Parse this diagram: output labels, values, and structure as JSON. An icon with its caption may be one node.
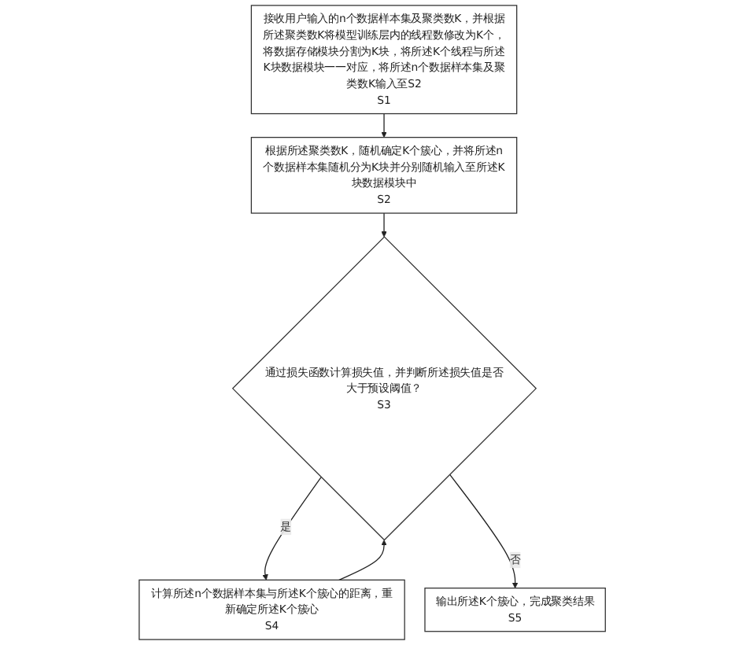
{
  "diagram": {
    "nodes": [
      {
        "text": [
          "接收用户输入的n个数据样本集及聚类数K，并根据所述聚类数K将模型训练层内的线程数修改为K个，将数据存储模块分割为K块，将所述K个线程与所述K块数据模块一一对应，将所述n个数据样本集及聚类数K输入至S2",
          "S1"
        ]
      },
      {
        "text": [
          "根据所述聚类数K，随机确定K个簇心，并将所述n个数据样本集随机分为K块并分别随机输入至所述K块数据模块中",
          "S2"
        ]
      },
      {
        "text": [
          "通过损失函数计算损失值，并判断所述损失值是否大于预设阈值？",
          "S3"
        ]
      },
      {
        "text": [
          "计算所述n个数据样本集与所述K个簇心的距离，重新确定所述K个簇心",
          "S4"
        ]
      },
      {
        "text": [
          "输出所述K个簇心，完成聚类结果",
          "S5"
        ]
      }
    ],
    "edges": [
      {
        "from": 0,
        "to": 1,
        "arrow": "to"
      },
      {
        "from": 1,
        "to": 2,
        "arrow": "to"
      },
      {
        "from": 2,
        "to": 3,
        "arrow": "to",
        "label": "是"
      },
      {
        "from": 3,
        "to": 2,
        "arrow": "to"
      },
      {
        "from": 2,
        "to": 4,
        "arrow": "to",
        "label": "否"
      }
    ]
  }
}
